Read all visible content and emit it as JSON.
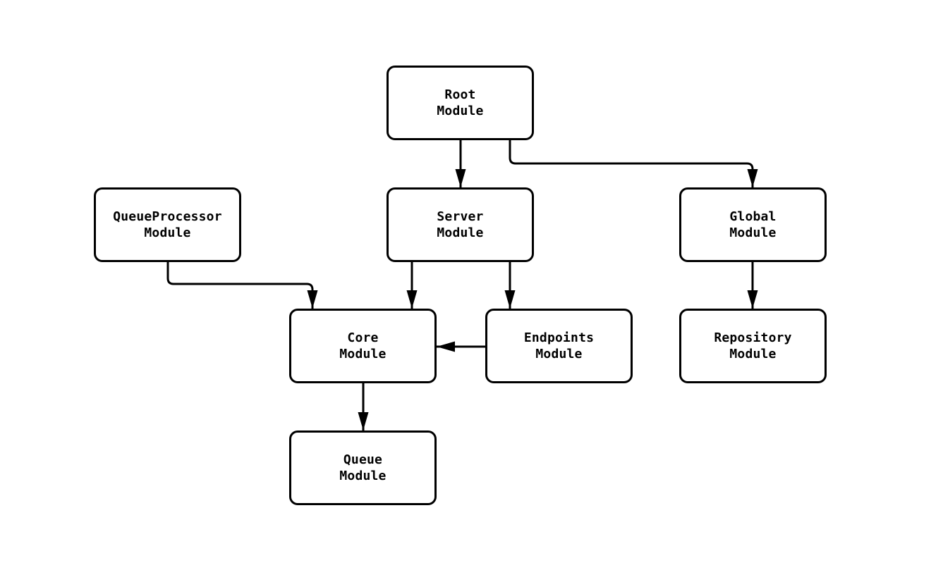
{
  "diagram": {
    "type": "flowchart",
    "direction": "top-down",
    "nodes": {
      "root": {
        "label": "Root\nModule"
      },
      "queue_processor": {
        "label": "QueueProcessor\nModule"
      },
      "server": {
        "label": "Server\nModule"
      },
      "global": {
        "label": "Global\nModule"
      },
      "core": {
        "label": "Core\nModule"
      },
      "endpoints": {
        "label": "Endpoints\nModule"
      },
      "repository": {
        "label": "Repository\nModule"
      },
      "queue": {
        "label": "Queue\nModule"
      }
    },
    "edges": [
      {
        "from": "Root Module",
        "to": "Server Module"
      },
      {
        "from": "Root Module",
        "to": "Global Module"
      },
      {
        "from": "QueueProcessor Module",
        "to": "Core Module"
      },
      {
        "from": "Server Module",
        "to": "Core Module"
      },
      {
        "from": "Server Module",
        "to": "Endpoints Module"
      },
      {
        "from": "Endpoints Module",
        "to": "Core Module"
      },
      {
        "from": "Global Module",
        "to": "Repository Module"
      },
      {
        "from": "Core Module",
        "to": "Queue Module"
      }
    ],
    "style": {
      "background": "#ffffff",
      "node_fill": "#ffffff",
      "node_border": "#000000",
      "edge_color": "#000000",
      "text_color": "#000000"
    }
  }
}
